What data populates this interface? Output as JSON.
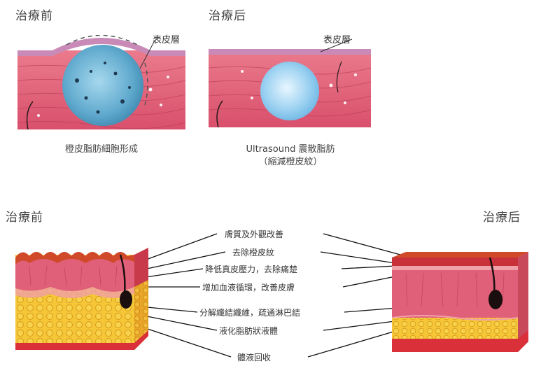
{
  "top": {
    "before": {
      "title": "治療前",
      "epidermis_label": "表皮層",
      "caption": "橙皮脂肪細胞形成"
    },
    "after": {
      "title": "治療后",
      "epidermis_label": "表皮層",
      "caption_line1": "Ultrasound 震散脂肪",
      "caption_line2": "（縮減橙皮紋）"
    }
  },
  "bottom": {
    "before_title": "治療前",
    "after_title": "治療后",
    "annotations": [
      "膚質及外觀改善",
      "去除橙皮紋",
      "降低真皮壓力，去除痛楚",
      "增加血液循環，改善皮膚",
      "分解纖結纖維，疏通淋巴結",
      "液化脂肪狀液體",
      "體液回收"
    ]
  },
  "colors": {
    "skin_pink": "#e0607a",
    "epidermis": "#c98ab8",
    "fat_yellow": "#f5c638",
    "cell_blue": "#6fb6d8",
    "sphere_blue": "#9fd3f2"
  }
}
